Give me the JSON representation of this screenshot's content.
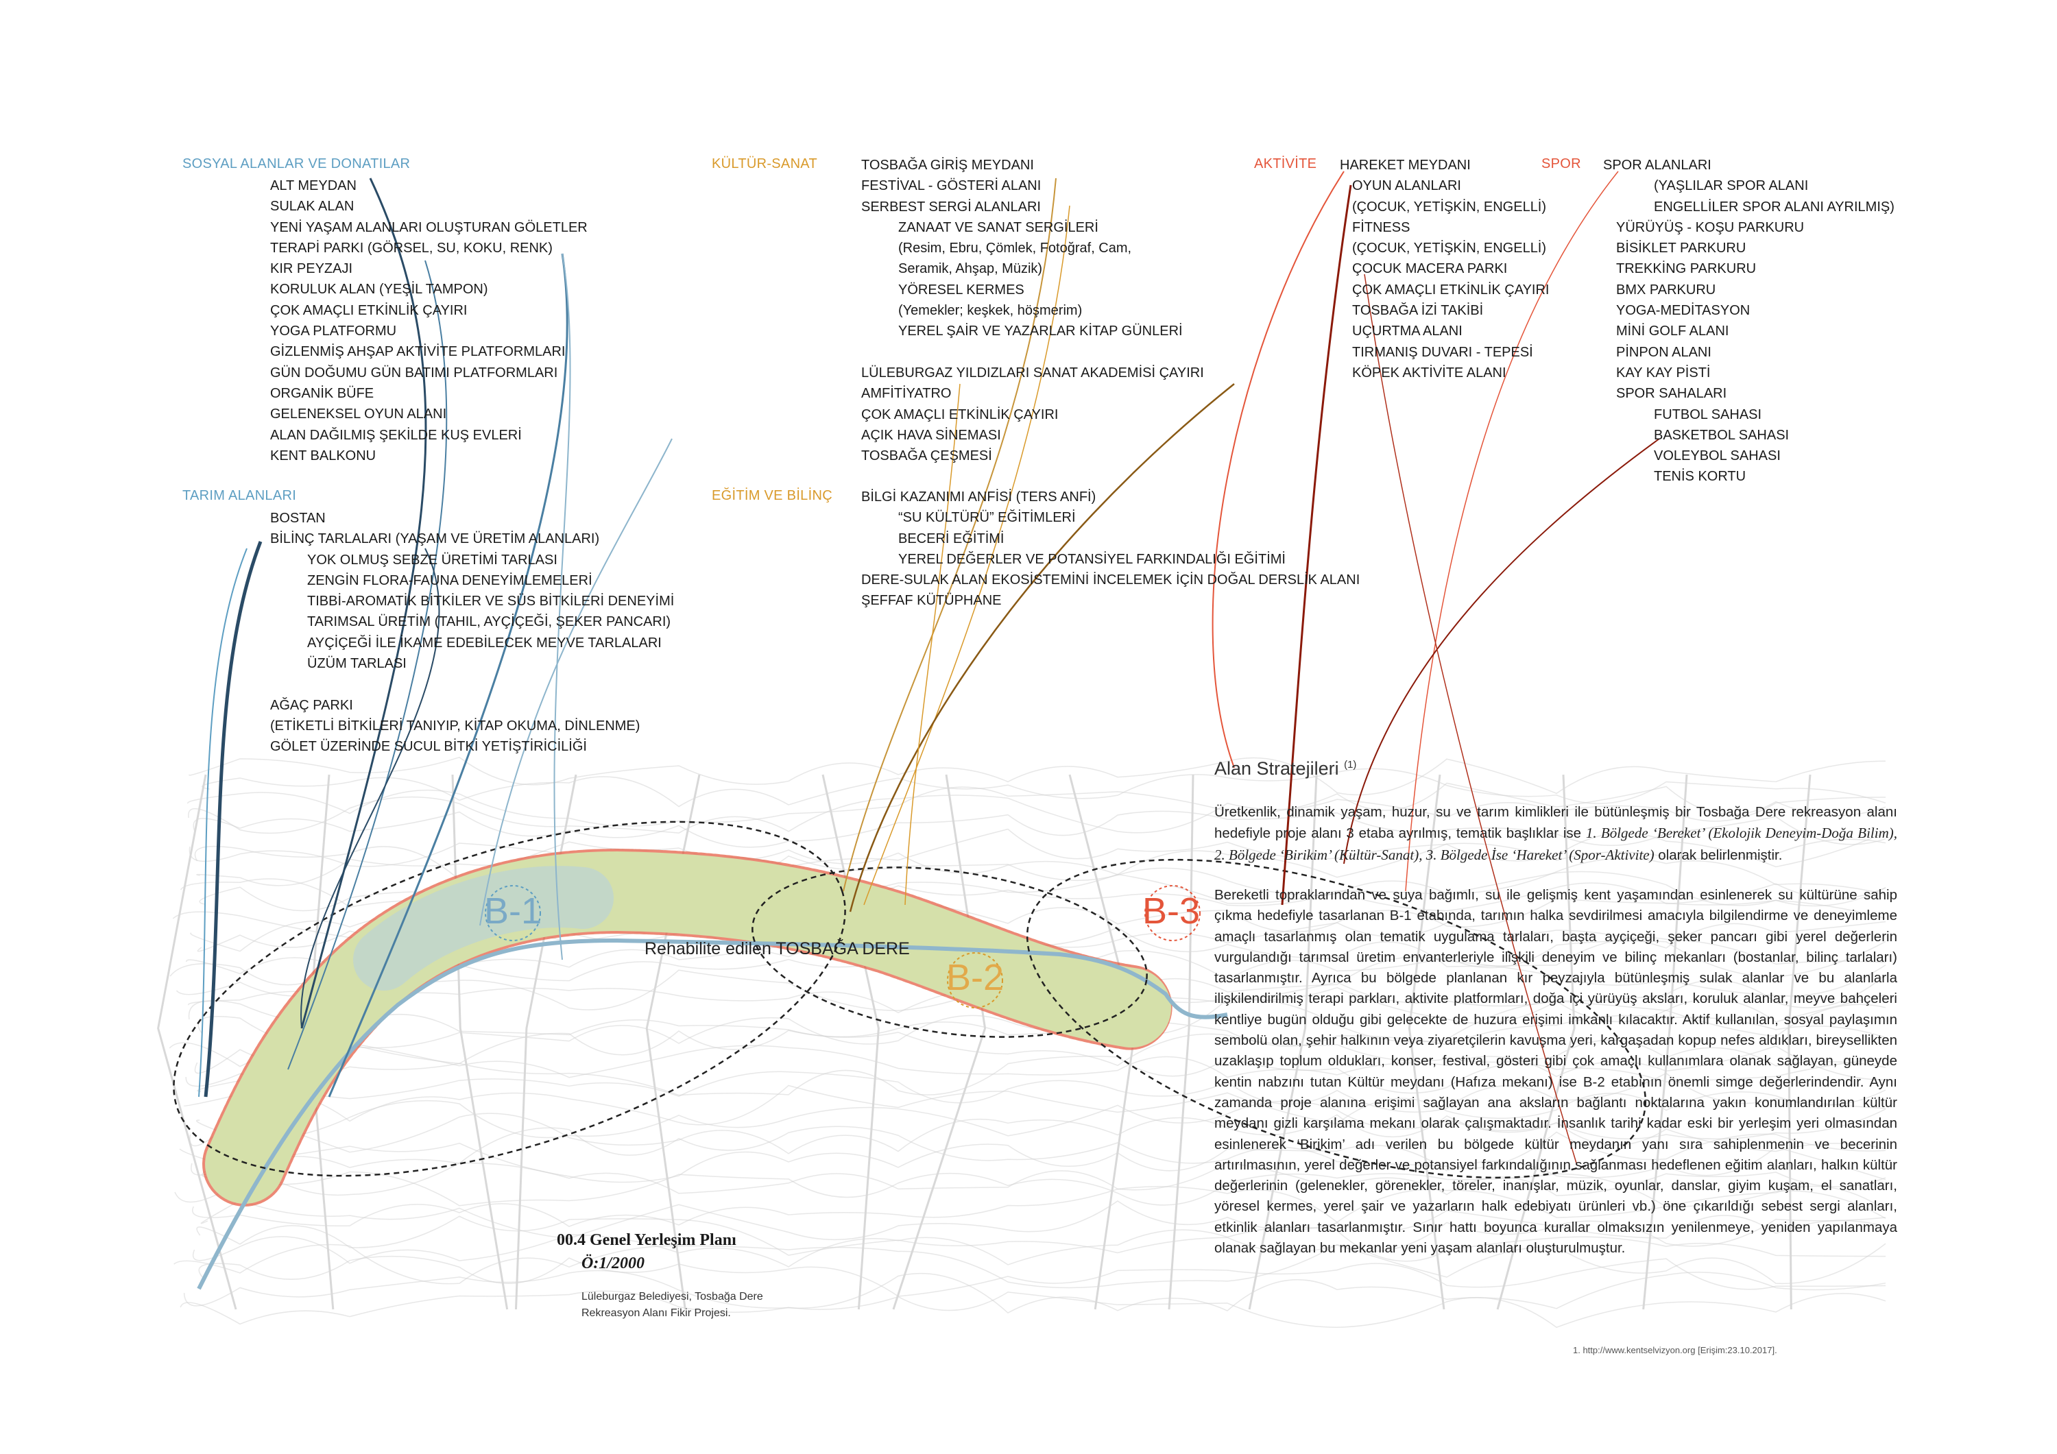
{
  "colors": {
    "sosyal": "#5d9ec2",
    "kultur": "#d99a2b",
    "aktivite": "#e4553a",
    "band": "#c9d79a",
    "river": "#8fb6cc"
  },
  "sections": {
    "sosyal": {
      "heading": "SOSYAL ALANLAR VE DONATILAR",
      "groups": [
        [
          {
            "t": "ALT MEYDAN",
            "i": 0
          },
          {
            "t": "SULAK ALAN",
            "i": 0
          },
          {
            "t": "YENİ YAŞAM ALANLARI OLUŞTURAN GÖLETLER",
            "i": 0
          },
          {
            "t": "TERAPİ PARKI (GÖRSEL, SU, KOKU, RENK)",
            "i": 0
          },
          {
            "t": "KIR PEYZAJI",
            "i": 0
          },
          {
            "t": "KORULUK ALAN (YEŞİL TAMPON)",
            "i": 0
          },
          {
            "t": "ÇOK AMAÇLI ETKİNLİK ÇAYIRI",
            "i": 0
          },
          {
            "t": "YOGA PLATFORMU",
            "i": 0
          },
          {
            "t": "GİZLENMİŞ AHŞAP AKTİVİTE PLATFORMLARI",
            "i": 0
          },
          {
            "t": "GÜN DOĞUMU GÜN BATIMI PLATFORMLARI",
            "i": 0
          },
          {
            "t": "ORGANİK BÜFE",
            "i": 0
          },
          {
            "t": "GELENEKSEL OYUN ALANI",
            "i": 0
          },
          {
            "t": "ALAN DAĞILMIŞ ŞEKİLDE KUŞ EVLERİ",
            "i": 0
          },
          {
            "t": "KENT BALKONU",
            "i": 0
          }
        ]
      ]
    },
    "tarim": {
      "heading": "TARIM ALANLARI",
      "groups": [
        [
          {
            "t": "BOSTAN",
            "i": 0
          },
          {
            "t": "BİLİNÇ TARLALARI (YAŞAM VE ÜRETİM ALANLARI)",
            "i": 0
          },
          {
            "t": "YOK OLMUŞ SEBZE ÜRETİMİ TARLASI",
            "i": 1
          },
          {
            "t": "ZENGİN FLORA-FAUNA DENEYİMLEMELERİ",
            "i": 1
          },
          {
            "t": "TIBBİ-AROMATİK BİTKİLER VE SÜS BİTKİLERİ DENEYİMİ",
            "i": 1
          },
          {
            "t": "TARIMSAL ÜRETİM (TAHIL, AYÇİÇEĞİ, ŞEKER PANCARI)",
            "i": 1
          },
          {
            "t": "AYÇİÇEĞİ İLE İKAME EDEBİLECEK MEYVE TARLALARI",
            "i": 1
          },
          {
            "t": "ÜZÜM TARLASI",
            "i": 1
          }
        ],
        [
          {
            "t": "AĞAÇ PARKI",
            "i": 0
          },
          {
            "t": "(ETİKETLİ BİTKİLERİ TANIYIP, KİTAP OKUMA, DİNLENME)",
            "i": 0
          },
          {
            "t": "GÖLET ÜZERİNDE SUCUL BİTKİ YETİŞTİRİCİLİĞİ",
            "i": 0
          }
        ]
      ]
    },
    "kultur": {
      "heading": "KÜLTÜR-SANAT",
      "groups": [
        [
          {
            "t": "TOSBAĞA GİRİŞ MEYDANI",
            "i": 0
          },
          {
            "t": "FESTİVAL - GÖSTERİ ALANI",
            "i": 0
          },
          {
            "t": "SERBEST SERGİ ALANLARI",
            "i": 0
          },
          {
            "t": "ZANAAT VE SANAT SERGİLERİ",
            "i": 1
          },
          {
            "t": "(Resim, Ebru, Çömlek, Fotoğraf, Cam,",
            "i": 1
          },
          {
            "t": "Seramik, Ahşap, Müzik)",
            "i": 1
          },
          {
            "t": "YÖRESEL KERMES",
            "i": 1
          },
          {
            "t": "(Yemekler; keşkek, höşmerim)",
            "i": 1
          },
          {
            "t": "YEREL ŞAİR VE YAZARLAR KİTAP GÜNLERİ",
            "i": 1
          }
        ],
        [
          {
            "t": "LÜLEBURGAZ YILDIZLARI SANAT AKADEMİSİ ÇAYIRI",
            "i": 0
          },
          {
            "t": "AMFİTİYATRO",
            "i": 0
          },
          {
            "t": "ÇOK AMAÇLI ETKİNLİK ÇAYIRI",
            "i": 0
          },
          {
            "t": "AÇIK HAVA SİNEMASI",
            "i": 0
          },
          {
            "t": "TOSBAĞA ÇEŞMESİ",
            "i": 0
          }
        ]
      ]
    },
    "egitim": {
      "heading": "EĞİTİM VE BİLİNÇ",
      "groups": [
        [
          {
            "t": "BİLGİ KAZANIMI ANFİSİ (TERS ANFİ)",
            "i": 0
          },
          {
            "t": "“SU KÜLTÜRÜ” EĞİTİMLERİ",
            "i": 1
          },
          {
            "t": "BECERİ EĞİTİMİ",
            "i": 1
          },
          {
            "t": "YEREL DEĞERLER VE POTANSİYEL FARKINDALIĞI EĞİTİMİ",
            "i": 1
          },
          {
            "t": "DERE-SULAK ALAN EKOSİSTEMİNİ İNCELEMEK İÇİN DOĞAL DERSLİK ALANI",
            "i": 0
          },
          {
            "t": "ŞEFFAF KÜTÜPHANE",
            "i": 0
          }
        ]
      ]
    },
    "aktivite": {
      "heading": "AKTİVİTE",
      "groups": [
        [
          {
            "t": "HAREKET MEYDANI",
            "i": 0
          },
          {
            "t": "OYUN ALANLARI",
            "i": 1
          },
          {
            "t": "(ÇOCUK, YETİŞKİN, ENGELLİ)",
            "i": 1
          },
          {
            "t": "FİTNESS",
            "i": 1
          },
          {
            "t": "(ÇOCUK, YETİŞKİN, ENGELLİ)",
            "i": 1
          },
          {
            "t": "ÇOCUK MACERA PARKI",
            "i": 1
          },
          {
            "t": "ÇOK AMAÇLI ETKİNLİK ÇAYIRI",
            "i": 1
          },
          {
            "t": "TOSBAĞA İZİ TAKİBİ",
            "i": 1
          },
          {
            "t": "UÇURTMA ALANI",
            "i": 1
          },
          {
            "t": "TIRMANIŞ DUVARI - TEPESİ",
            "i": 1
          },
          {
            "t": "KÖPEK AKTİVİTE ALANI",
            "i": 1
          }
        ]
      ]
    },
    "spor": {
      "heading": "SPOR",
      "groups": [
        [
          {
            "t": "SPOR ALANLARI",
            "i": 0
          },
          {
            "t": "(YAŞLILAR SPOR ALANI",
            "i": 2
          },
          {
            "t": "ENGELLİLER SPOR ALANI AYRILMIŞ)",
            "i": 2
          },
          {
            "t": "YÜRÜYÜŞ - KOŞU PARKURU",
            "i": 1
          },
          {
            "t": "BİSİKLET PARKURU",
            "i": 1
          },
          {
            "t": "TREKKİNG PARKURU",
            "i": 1
          },
          {
            "t": "BMX PARKURU",
            "i": 1
          },
          {
            "t": "YOGA-MEDİTASYON",
            "i": 1
          },
          {
            "t": "MİNİ GOLF ALANI",
            "i": 1
          },
          {
            "t": "PİNPON ALANI",
            "i": 1
          },
          {
            "t": "KAY KAY PİSTİ",
            "i": 1
          },
          {
            "t": "SPOR SAHALARI",
            "i": 1
          },
          {
            "t": "FUTBOL SAHASI",
            "i": 2
          },
          {
            "t": "BASKETBOL SAHASI",
            "i": 2
          },
          {
            "t": "VOLEYBOL SAHASI",
            "i": 2
          },
          {
            "t": "TENİS KORTU",
            "i": 2
          }
        ]
      ]
    }
  },
  "map": {
    "b1": "B-1",
    "b2": "B-2",
    "b3": "B-3",
    "river": "Rehabilite edilen TOSBAĞA DERE"
  },
  "strategy": {
    "title": "Alan Stratejileri",
    "footnote_mark": "(1)",
    "p1_a": "Üretkenlik, dinamik yaşam, huzur, su ve tarım kimlikleri ile bütünleşmiş bir Tosbağa Dere rekreasyon alanı hedefiyle proje alanı 3 etaba ayrılmış, tematik başlıklar ise ",
    "p1_b": "1. Bölgede ‘Bereket’ (Ekolojik Deneyim-Doğa Bilim), 2. Bölgede ‘Birikim’ (Kültür-Sanat), 3. Bölgede İse ‘Hareket’ (Spor-Aktivite)",
    "p1_c": " olarak belirlenmiştir.",
    "p2": "Bereketli topraklarından ve suya bağımlı, su ile gelişmiş kent yaşamından esinlenerek su kültürüne sahip çıkma hedefiyle tasarlanan B-1 etabında, tarımın halka sevdirilmesi amacıyla bilgilendirme ve deneyimleme amaçlı tasarlanmış olan tematik uygulama tarlaları, başta ayçiçeği, şeker pancarı gibi yerel değerlerin vurgulandığı tarımsal üretim envanterleriyle ilişkili deneyim ve bilinç mekanları (bostanlar, bilinç tarlaları) tasarlanmıştır. Ayrıca bu bölgede planlanan kır peyzajıyla bütünleşmiş sulak alanlar ve bu alanlarla ilişkilendirilmiş terapi parkları, aktivite platformları, doğa içi yürüyüş aksları, koruluk alanlar, meyve bahçeleri kentliye bugün olduğu gibi gelecekte de huzura erişimi imkanlı kılacaktır. Aktif kullanılan, sosyal paylaşımın sembolü olan, şehir halkının veya ziyaretçilerin kavuşma yeri, kargaşadan kopup nefes aldıkları, bireysellikten uzaklaşıp toplum oldukları, konser, festival, gösteri gibi çok amaçlı kullanımlara olanak sağlayan, güneyde kentin nabzını tutan Kültür meydanı (Hafıza mekanı) ise B-2 etabının önemli simge değerlerindendir. Aynı zamanda proje alanına erişimi sağlayan ana aksların bağlantı noktalarına yakın konumlandırılan kültür meydanı gizli karşılama mekanı olarak çalışmaktadır. İnsanlık tarihi kadar eski bir yerleşim yeri olmasından esinlenerek ‘Birikim’ adı verilen bu bölgede kültür meydanın yanı sıra sahiplenmenin ve becerinin artırılmasının, yerel değerler ve potansiyel farkındalığının sağlanması hedeflenen eğitim alanları, halkın kültür değerlerinin (gelenekler, görenekler, töreler, inanışlar, müzik, oyunlar, danslar, giyim kuşam, el sanatları, yöresel kermes, yerel şair ve yazarların halk edebiyatı ürünleri vb.) öne çıkarıldığı sebest sergi alanları, etkinlik alanları tasarlanmıştır. Sınır hattı boyunca kurallar olmaksızın yenilenmeye, yeniden yapılanmaya olanak sağlayan bu mekanlar yeni yaşam alanları oluşturulmuştur."
  },
  "caption": {
    "title": "00.4 Genel Yerleşim Planı",
    "scale": "Ö:1/2000",
    "source": "Lüleburgaz Belediyesi, Tosbağa Dere Rekreasyon Alanı Fikir Projesi."
  },
  "footnote": "1.   http://www.kentselvizyon.org [Erişim:23.10.2017]."
}
